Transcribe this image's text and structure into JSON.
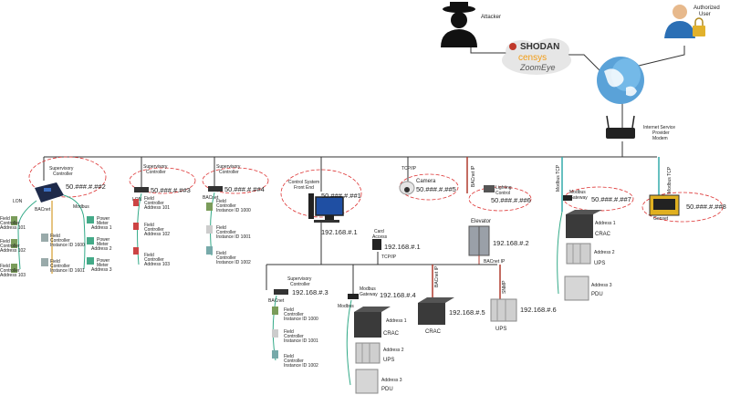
{
  "top": {
    "attacker": "Attacker",
    "authorized_user": [
      "Authorized",
      "User"
    ],
    "shodan": "SHODAN",
    "censys": "censys",
    "zoomeye": "ZoomEye",
    "isp_modem": [
      "Internet Service",
      "Provider",
      "Modem"
    ]
  },
  "nodes": {
    "sup1": {
      "label": [
        "Supervisory",
        "Controller"
      ],
      "ip": "50.###.#.##2",
      "bus": "BACnet",
      "bus2": "Modbus",
      "lon": "LON"
    },
    "sup2": {
      "label": [
        "Supervisory",
        "Controller"
      ],
      "ip": "50.###.#.##3",
      "bus": "LON"
    },
    "sup3": {
      "label": [
        "Supervisory",
        "Controller"
      ],
      "ip": "50.###.#.##4",
      "bus": "BACnet"
    },
    "csfe": {
      "label": [
        "Control System",
        "Front End"
      ],
      "ip": "50.###.#.##1",
      "lan_ip": "192.168.#.1"
    },
    "camera": {
      "label": "Camera",
      "ip": "50.###.#.##5",
      "bus": "TCP/IP"
    },
    "lighting": {
      "label": [
        "Lighting",
        "Control"
      ],
      "ip": "50.###.#.##6",
      "bus": "BACnet IP"
    },
    "modbus_gw_top": {
      "label": [
        "Modbus",
        "Gateway"
      ],
      "ip": "50.###.#.##7",
      "bus": "Modbus TCP"
    },
    "genset": {
      "label": "Genset",
      "ip": "50.###.#.##8",
      "bus": "Modbus TCP"
    },
    "card_access": {
      "label": [
        "Card",
        "Access"
      ],
      "ip": "192.168.#.1",
      "bus": "TCP/IP"
    },
    "elevator": {
      "label": "Elevator",
      "ip": "192.168.#.2",
      "bus": "BACnet IP"
    },
    "sup4": {
      "label": [
        "Supervisory",
        "Controller"
      ],
      "ip": "192.168.#.3",
      "bus": "BACnet"
    },
    "modbus_gw_bot": {
      "label": [
        "Modbus",
        "Gateway"
      ],
      "ip": "192.168.#.4",
      "bus": "Modbus"
    },
    "crac_mid": {
      "label": "CRAC",
      "ip": "192.168.#.5",
      "bus": "BACnet IP"
    },
    "ups_mid": {
      "label": "UPS",
      "ip": "192.168.#.6",
      "bus": "SNMP"
    }
  },
  "field_left": {
    "fc1": [
      "Field",
      "Controller",
      "Address 101"
    ],
    "fc2": [
      "Field",
      "Controller",
      "Address 102"
    ],
    "fc3": [
      "Field",
      "Controller",
      "Address 103"
    ],
    "fc4": [
      "Field",
      "Controller",
      "Instance ID 1600"
    ],
    "fc5": [
      "Field",
      "Controller",
      "Instance ID 1601"
    ],
    "pm1": [
      "Power",
      "Meter",
      "Address 1"
    ],
    "pm2": [
      "Power",
      "Meter",
      "Address 2"
    ],
    "pm3": [
      "Power",
      "Meter",
      "Address 3"
    ]
  },
  "field_sup2": {
    "fc1": [
      "Field",
      "Controller",
      "Address 101"
    ],
    "fc2": [
      "Field",
      "Controller",
      "Address 102"
    ],
    "fc3": [
      "Field",
      "Controller",
      "Address 103"
    ]
  },
  "field_sup3": {
    "fc1": [
      "Field",
      "Controller",
      "Instance ID 1000"
    ],
    "fc2": [
      "Field",
      "Controller",
      "Instance ID 1001"
    ],
    "fc3": [
      "Field",
      "Controller",
      "Instance ID 1002"
    ]
  },
  "field_sup4": {
    "fc1": [
      "Field",
      "Controller",
      "Instance ID 1000"
    ],
    "fc2": [
      "Field",
      "Controller",
      "Instance ID 1001"
    ],
    "fc3": [
      "Field",
      "Controller",
      "Instance ID 1002"
    ]
  },
  "chain_right": {
    "crac": "CRAC",
    "ups": "UPS",
    "pdu": "PDU",
    "a1": "Address 1",
    "a2": "Address 2",
    "a3": "Address 3"
  },
  "chain_bottom": {
    "crac": "CRAC",
    "ups": "UPS",
    "pdu": "PDU",
    "a1": "Address 1",
    "a2": "Address 2",
    "a3": "Address 3"
  }
}
